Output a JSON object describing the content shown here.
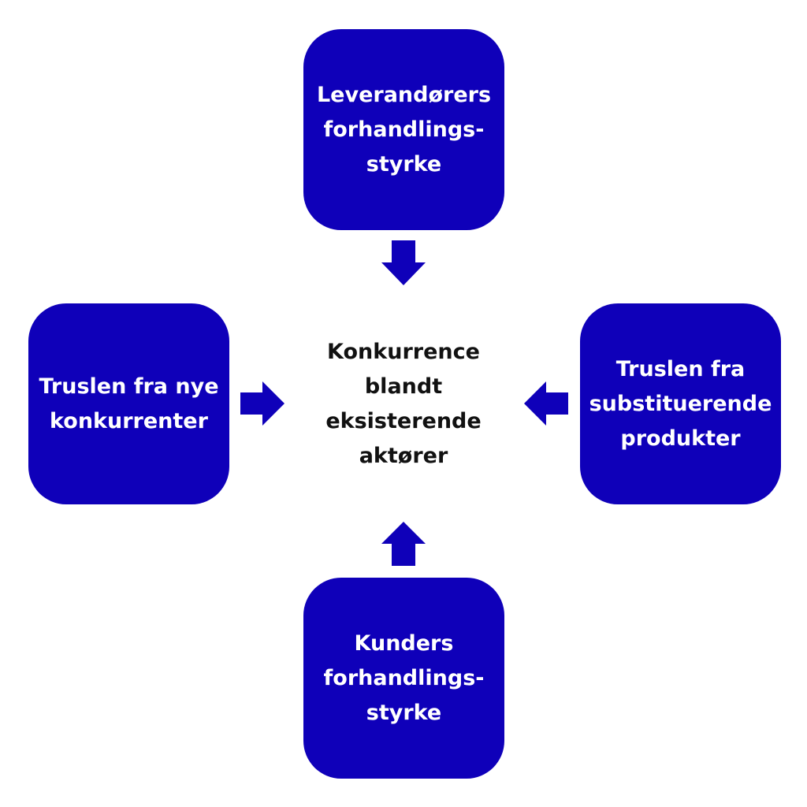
{
  "colors": {
    "box_fill": "#0f00b9",
    "arrow_fill": "#0f00b9",
    "box_text": "#ffffff",
    "center_text": "#111111"
  },
  "center": {
    "lines": [
      "Konkurrence",
      "blandt",
      "eksisterende",
      "aktører"
    ]
  },
  "forces": {
    "top": {
      "lines": [
        "Leverandørers",
        "forhandlings-",
        "styrke"
      ]
    },
    "left": {
      "lines": [
        "Truslen fra nye",
        "konkurrenter"
      ]
    },
    "right": {
      "lines": [
        "Truslen fra",
        "substituerende",
        "produkter"
      ]
    },
    "bottom": {
      "lines": [
        "Kunders",
        "forhandlings-",
        "styrke"
      ]
    }
  },
  "arrows": [
    {
      "from": "top",
      "to": "center",
      "icon": "arrow-down-icon"
    },
    {
      "from": "left",
      "to": "center",
      "icon": "arrow-right-icon"
    },
    {
      "from": "right",
      "to": "center",
      "icon": "arrow-left-icon"
    },
    {
      "from": "bottom",
      "to": "center",
      "icon": "arrow-up-icon"
    }
  ]
}
